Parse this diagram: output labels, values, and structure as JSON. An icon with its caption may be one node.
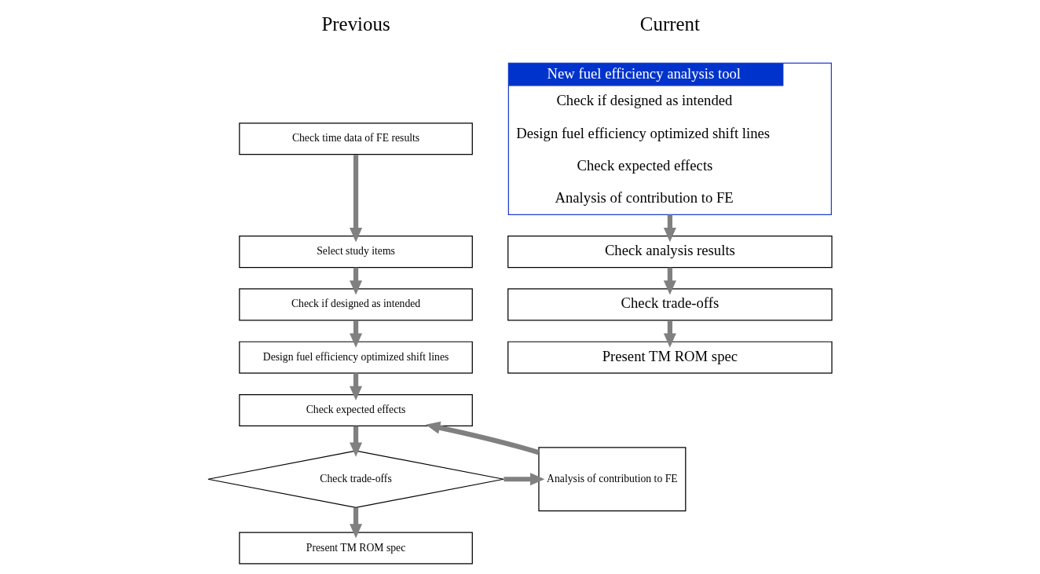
{
  "diagram": {
    "nodes": [
      {
        "text": [
          "Check time data of FE results"
        ]
      },
      {
        "text": [
          "Select study items"
        ]
      },
      {
        "text": [
          "Check if designed as intended"
        ]
      },
      {
        "text": [
          "Design fuel efficiency optimized shift lines"
        ]
      },
      {
        "text": [
          "Check expected effects"
        ]
      },
      {
        "text": [
          "Check trade-offs"
        ]
      },
      {
        "text": [
          "Analysis of contribution to FE"
        ]
      },
      {
        "text": [
          "Present TM ROM spec"
        ]
      },
      {
        "text": [
          "New fuel efficiency analysis tool",
          "Check if designed as intended",
          "Design fuel efficiency optimized shift lines",
          "Check expected effects",
          "Analysis of contribution to FE"
        ]
      },
      {
        "text": [
          "Check analysis results"
        ]
      },
      {
        "text": [
          "Check trade-offs"
        ]
      },
      {
        "text": [
          "Present TM ROM spec"
        ]
      }
    ],
    "edges": [
      {
        "from": 0,
        "to": 1,
        "arrow": "to"
      },
      {
        "from": 1,
        "to": 2,
        "arrow": "to"
      },
      {
        "from": 2,
        "to": 3,
        "arrow": "to"
      },
      {
        "from": 3,
        "to": 4,
        "arrow": "to"
      },
      {
        "from": 4,
        "to": 5,
        "arrow": "to"
      },
      {
        "from": 5,
        "to": 7,
        "arrow": "to"
      },
      {
        "from": 5,
        "to": 6,
        "arrow": "to"
      },
      {
        "from": 6,
        "to": 4,
        "arrow": "to"
      },
      {
        "from": 8,
        "to": 9,
        "arrow": "to"
      },
      {
        "from": 9,
        "to": 10,
        "arrow": "to"
      },
      {
        "from": 10,
        "to": 11,
        "arrow": "to"
      }
    ],
    "labels": [
      "Previous",
      "Current"
    ]
  }
}
